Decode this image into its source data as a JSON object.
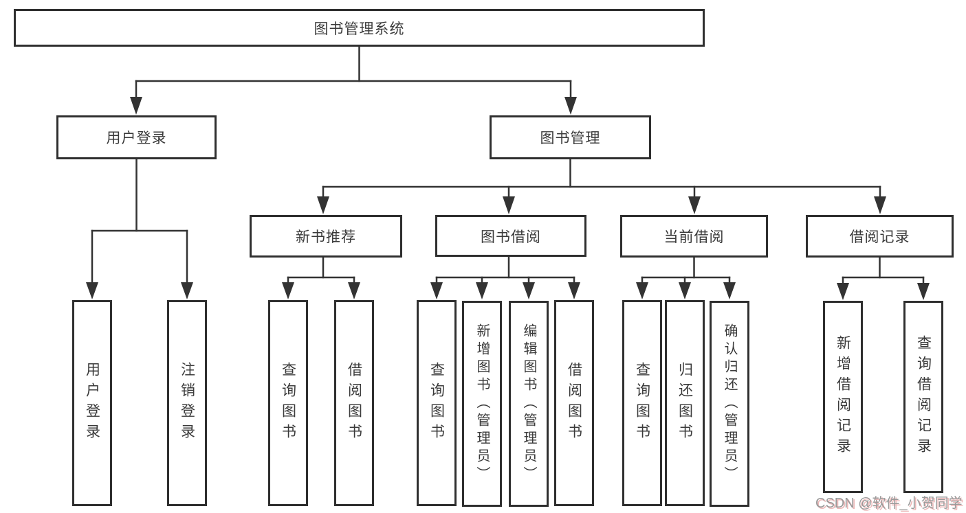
{
  "nodes": {
    "root": "图书管理系统",
    "user_login": "用户登录",
    "book_mgmt": "图书管理",
    "new_book_rec": "新书推荐",
    "book_borrow": "图书借阅",
    "current_borrow": "当前借阅",
    "borrow_record": "借阅记录",
    "leaf_user_login": "用户登录",
    "leaf_logout": "注销登录",
    "leaf_query_book_1": "查询图书",
    "leaf_borrow_book_1": "借阅图书",
    "leaf_query_book_2": "查询图书",
    "leaf_add_book": "新增图书（管理员）",
    "leaf_edit_book": "编辑图书（管理员）",
    "leaf_borrow_book_2": "借阅图书",
    "leaf_query_book_3": "查询图书",
    "leaf_return_book": "归还图书",
    "leaf_confirm_return": "确认归还（管理员）",
    "leaf_add_record": "新增借阅记录",
    "leaf_query_record": "查询借阅记录"
  },
  "watermark": "CSDN @软件_小贺同学",
  "colors": {
    "line": "#333333",
    "box_border": "#2f2f2f",
    "text": "#3a3a3a",
    "watermark_gray": "#9a9a9a",
    "watermark_accent": "#de7d7d",
    "background": "#ffffff"
  }
}
